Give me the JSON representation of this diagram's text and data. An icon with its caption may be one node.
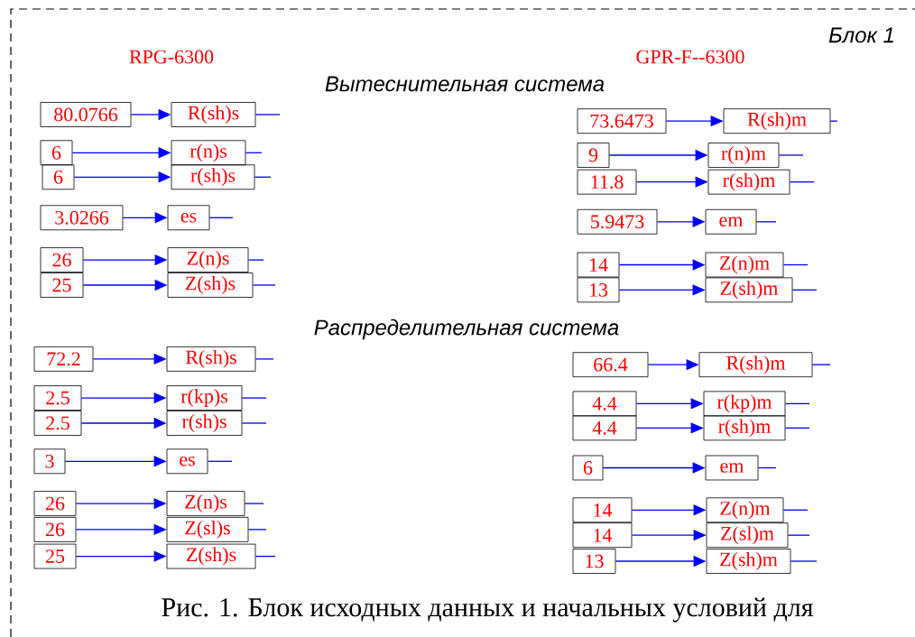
{
  "diagram": {
    "caption": "Рис. 1. Блок исходных данных и начальных условий для",
    "nodes": [
      {
        "text": [
          "80.0766"
        ]
      },
      {
        "text": [
          "R(sh)s"
        ]
      },
      {
        "text": [
          "6"
        ]
      },
      {
        "text": [
          "r(n)s"
        ]
      },
      {
        "text": [
          "6"
        ]
      },
      {
        "text": [
          "r(sh)s"
        ]
      },
      {
        "text": [
          "3.0266"
        ]
      },
      {
        "text": [
          "es"
        ]
      },
      {
        "text": [
          "26"
        ]
      },
      {
        "text": [
          "Z(n)s"
        ]
      },
      {
        "text": [
          "25"
        ]
      },
      {
        "text": [
          "Z(sh)s"
        ]
      },
      {
        "text": [
          "73.6473"
        ]
      },
      {
        "text": [
          "R(sh)m"
        ]
      },
      {
        "text": [
          "9"
        ]
      },
      {
        "text": [
          "r(n)m"
        ]
      },
      {
        "text": [
          "11.8"
        ]
      },
      {
        "text": [
          "r(sh)m"
        ]
      },
      {
        "text": [
          "5.9473"
        ]
      },
      {
        "text": [
          "em"
        ]
      },
      {
        "text": [
          "14"
        ]
      },
      {
        "text": [
          "Z(n)m"
        ]
      },
      {
        "text": [
          "13"
        ]
      },
      {
        "text": [
          "Z(sh)m"
        ]
      },
      {
        "text": [
          "72.2"
        ]
      },
      {
        "text": [
          "R(sh)s"
        ]
      },
      {
        "text": [
          "2.5"
        ]
      },
      {
        "text": [
          "r(kp)s"
        ]
      },
      {
        "text": [
          "2.5"
        ]
      },
      {
        "text": [
          "r(sh)s"
        ]
      },
      {
        "text": [
          "3"
        ]
      },
      {
        "text": [
          "es"
        ]
      },
      {
        "text": [
          "26"
        ]
      },
      {
        "text": [
          "Z(n)s"
        ]
      },
      {
        "text": [
          "26"
        ]
      },
      {
        "text": [
          "Z(sl)s"
        ]
      },
      {
        "text": [
          "25"
        ]
      },
      {
        "text": [
          "Z(sh)s"
        ]
      },
      {
        "text": [
          "66.4"
        ]
      },
      {
        "text": [
          "R(sh)m"
        ]
      },
      {
        "text": [
          "4.4"
        ]
      },
      {
        "text": [
          "r(kp)m"
        ]
      },
      {
        "text": [
          "4.4"
        ]
      },
      {
        "text": [
          "r(sh)m"
        ]
      },
      {
        "text": [
          "6"
        ]
      },
      {
        "text": [
          "em"
        ]
      },
      {
        "text": [
          "14"
        ]
      },
      {
        "text": [
          "Z(n)m"
        ]
      },
      {
        "text": [
          "14"
        ]
      },
      {
        "text": [
          "Z(sl)m"
        ]
      },
      {
        "text": [
          "13"
        ]
      },
      {
        "text": [
          "Z(sh)m"
        ]
      }
    ],
    "edges": [
      {
        "from": 0,
        "to": 1,
        "arrow": "to"
      },
      {
        "from": 1,
        "to": null,
        "arrow": "none"
      },
      {
        "from": 2,
        "to": 3,
        "arrow": "to"
      },
      {
        "from": 3,
        "to": null,
        "arrow": "none"
      },
      {
        "from": 4,
        "to": 5,
        "arrow": "to"
      },
      {
        "from": 5,
        "to": null,
        "arrow": "none"
      },
      {
        "from": 6,
        "to": 7,
        "arrow": "to"
      },
      {
        "from": 7,
        "to": null,
        "arrow": "none"
      },
      {
        "from": 8,
        "to": 9,
        "arrow": "to"
      },
      {
        "from": 9,
        "to": null,
        "arrow": "none"
      },
      {
        "from": 10,
        "to": 11,
        "arrow": "to"
      },
      {
        "from": 11,
        "to": null,
        "arrow": "none"
      },
      {
        "from": 12,
        "to": 13,
        "arrow": "to"
      },
      {
        "from": 13,
        "to": null,
        "arrow": "none"
      },
      {
        "from": 14,
        "to": 15,
        "arrow": "to"
      },
      {
        "from": 15,
        "to": null,
        "arrow": "none"
      },
      {
        "from": 16,
        "to": 17,
        "arrow": "to"
      },
      {
        "from": 17,
        "to": null,
        "arrow": "none"
      },
      {
        "from": 18,
        "to": 19,
        "arrow": "to"
      },
      {
        "from": 19,
        "to": null,
        "arrow": "none"
      },
      {
        "from": 20,
        "to": 21,
        "arrow": "to"
      },
      {
        "from": 21,
        "to": null,
        "arrow": "none"
      },
      {
        "from": 22,
        "to": 23,
        "arrow": "to"
      },
      {
        "from": 23,
        "to": null,
        "arrow": "none"
      },
      {
        "from": 24,
        "to": 25,
        "arrow": "to"
      },
      {
        "from": 25,
        "to": null,
        "arrow": "none"
      },
      {
        "from": 26,
        "to": 27,
        "arrow": "to"
      },
      {
        "from": 27,
        "to": null,
        "arrow": "none"
      },
      {
        "from": 28,
        "to": 29,
        "arrow": "to"
      },
      {
        "from": 29,
        "to": null,
        "arrow": "none"
      },
      {
        "from": 30,
        "to": 31,
        "arrow": "to"
      },
      {
        "from": 31,
        "to": null,
        "arrow": "none"
      },
      {
        "from": 32,
        "to": 33,
        "arrow": "to"
      },
      {
        "from": 33,
        "to": null,
        "arrow": "none"
      },
      {
        "from": 34,
        "to": 35,
        "arrow": "to"
      },
      {
        "from": 35,
        "to": null,
        "arrow": "none"
      },
      {
        "from": 36,
        "to": 37,
        "arrow": "to"
      },
      {
        "from": 37,
        "to": null,
        "arrow": "none"
      },
      {
        "from": 38,
        "to": 39,
        "arrow": "to"
      },
      {
        "from": 39,
        "to": null,
        "arrow": "none"
      },
      {
        "from": 40,
        "to": 41,
        "arrow": "to"
      },
      {
        "from": 41,
        "to": null,
        "arrow": "none"
      },
      {
        "from": 42,
        "to": 43,
        "arrow": "to"
      },
      {
        "from": 43,
        "to": null,
        "arrow": "none"
      },
      {
        "from": 44,
        "to": 45,
        "arrow": "to"
      },
      {
        "from": 45,
        "to": null,
        "arrow": "none"
      },
      {
        "from": 46,
        "to": 47,
        "arrow": "to"
      },
      {
        "from": 47,
        "to": null,
        "arrow": "none"
      },
      {
        "from": 48,
        "to": 49,
        "arrow": "to"
      },
      {
        "from": 49,
        "to": null,
        "arrow": "none"
      },
      {
        "from": 50,
        "to": 51,
        "arrow": "to"
      },
      {
        "from": 51,
        "to": null,
        "arrow": "none"
      }
    ],
    "labels": [
      "Блок 1",
      "RPG-6300",
      "GPR-F--6300",
      "Вытеснительная система",
      "Распределительная система"
    ]
  }
}
